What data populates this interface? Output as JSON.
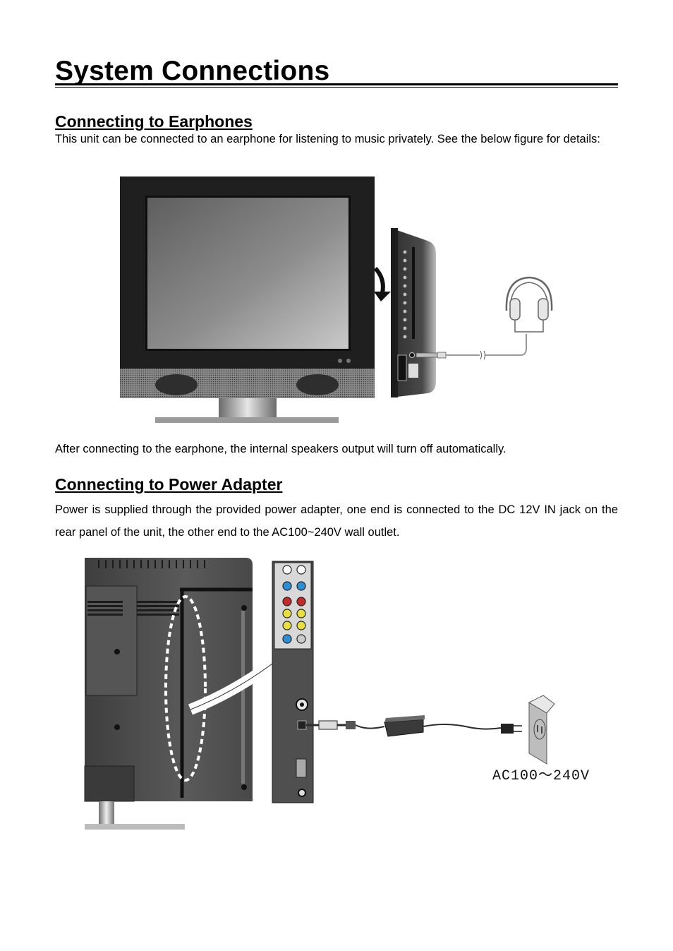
{
  "page": {
    "title": "System Connections"
  },
  "earphones": {
    "heading": "Connecting to Earphones",
    "intro": "This unit can be connected to an earphone for listening to music privately. See the below figure for details:",
    "note": "After connecting to the earphone, the internal speakers output will turn off automatically."
  },
  "power": {
    "heading": "Connecting to Power Adapter",
    "text": "Power is supplied through the provided power adapter, one end is connected to the DC 12V IN jack on the rear panel of the unit, the other end to the AC100~240V wall outlet.",
    "outlet_label": "AC100～240V"
  }
}
